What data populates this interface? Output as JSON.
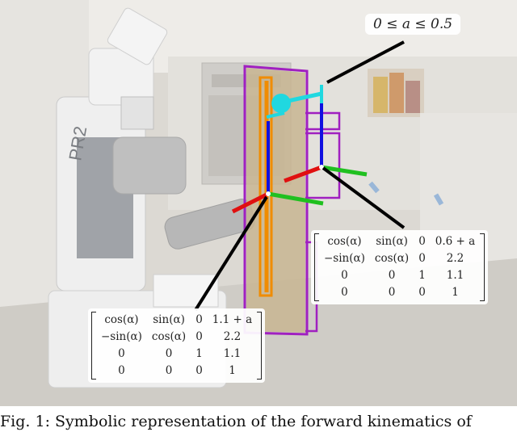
{
  "figure": {
    "range_label": "0 ≤ a ≤ 0.5",
    "matrix_right": [
      [
        "cos(α)",
        "sin(α)",
        "0",
        "0.6 + a"
      ],
      [
        "−sin(α)",
        "cos(α)",
        "0",
        "2.2"
      ],
      [
        "0",
        "0",
        "1",
        "1.1"
      ],
      [
        "0",
        "0",
        "0",
        "1"
      ]
    ],
    "matrix_left": [
      [
        "cos(α)",
        "sin(α)",
        "0",
        "1.1 + a"
      ],
      [
        "−sin(α)",
        "cos(α)",
        "0",
        "2.2"
      ],
      [
        "0",
        "0",
        "1",
        "1.1"
      ],
      [
        "0",
        "0",
        "0",
        "1"
      ]
    ],
    "robot_label": "PR2",
    "colors": {
      "cabinet_outline": "#a020c0",
      "handle_orange": "#f08c00",
      "link_blue": "#1010e0",
      "axis_red": "#e01010",
      "axis_green": "#20c020",
      "gripper_cyan": "#20d8e0",
      "leader_line": "#000000"
    }
  },
  "caption": {
    "text": "Fig. 1: Symbolic representation of the forward kinematics of"
  }
}
